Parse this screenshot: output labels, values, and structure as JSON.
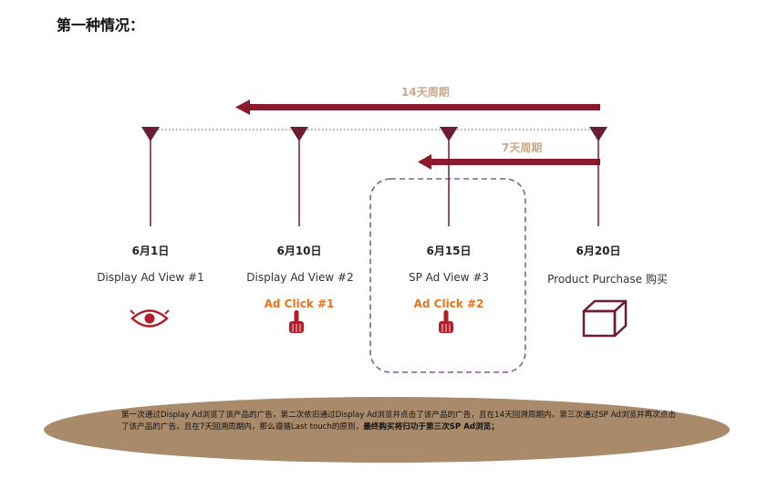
{
  "title": "第一种情况：",
  "periods": {
    "long": "14天周期",
    "short": "7天周期"
  },
  "events": [
    {
      "date": "6月1日",
      "label": "Display Ad  View #1",
      "click": "",
      "icon": "eye-icon"
    },
    {
      "date": "6月10日",
      "label": "Display Ad  View #2",
      "click": "Ad Click #1",
      "icon": "hand-pointer-icon"
    },
    {
      "date": "6月15日",
      "label": "SP Ad  View #3",
      "click": "Ad Click #2",
      "icon": "hand-pointer-icon"
    },
    {
      "date": "6月20日",
      "label": "Product Purchase 购买",
      "click": "",
      "icon": "box-icon"
    }
  ],
  "summary": {
    "text": "第一次通过Display Ad浏览了该产品的广告，第二次依旧通过Display Ad浏览并点击了该产品的广告，且在14天回溯周期内，第三次通过SP Ad浏览并再次点击了该产品的广告，且在7天回溯周期内，那么遵循Last touch的原则，",
    "bold_text": "最终购买将归功于第三次SP Ad浏览；"
  },
  "colors": {
    "maroon": "#8b1a2e",
    "orange": "#e8731c",
    "tan": "#a98a6a",
    "period_label": "#c9a98c",
    "dashed_box": "#7d5fa0"
  }
}
